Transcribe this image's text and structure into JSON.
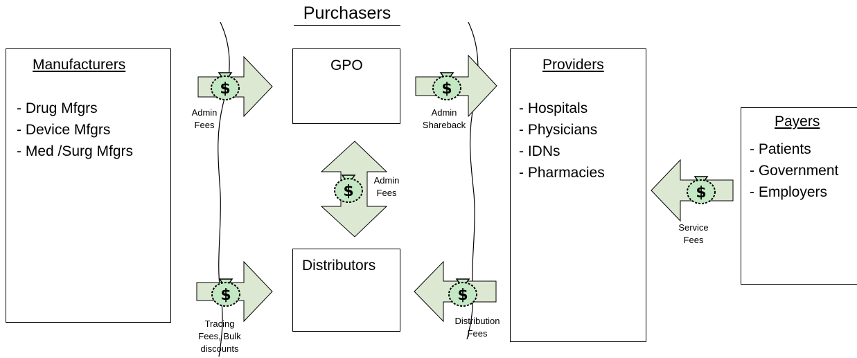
{
  "title": "Purchasers",
  "boxes": {
    "manufacturers": {
      "title": "Manufacturers",
      "items": [
        "- Drug Mfgrs",
        "- Device Mfgrs",
        "- Med /Surg Mfgrs"
      ]
    },
    "gpo": {
      "title": "GPO"
    },
    "distributors": {
      "title": "Distributors"
    },
    "providers": {
      "title": "Providers",
      "items": [
        "- Hospitals",
        "- Physicians",
        "- IDNs",
        "- Pharmacies"
      ]
    },
    "payers": {
      "title": "Payers",
      "items": [
        "- Patients",
        "- Government",
        "- Employers"
      ]
    }
  },
  "flows": {
    "admin_fees_mfg_gpo": "Admin\nFees",
    "admin_shareback": "Admin\nShareback",
    "admin_fees_gpo_dist": "Admin\nFees",
    "service_fees": "Service\nFees",
    "tracing_fees": "Tracing\nFees, Bulk\ndiscounts",
    "distribution_fees": "Distribution\nFees"
  },
  "colors": {
    "arrow_fill": "#dde8d2",
    "moneybag_fill": "#c4e8c4",
    "line": "#000000"
  },
  "icon": "dollar-moneybag-icon"
}
